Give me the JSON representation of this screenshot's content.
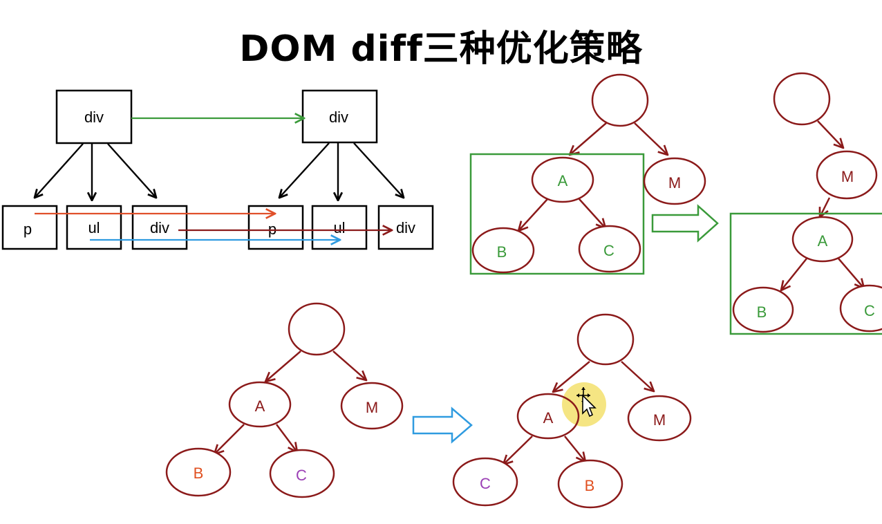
{
  "title": "DOM diff三种优化策略",
  "colors": {
    "dark_red": "#8b1a1a",
    "green_box": "#3a9a3a",
    "green_text": "#3a9a3a",
    "red_arrow": "#e0502a",
    "blue_arrow": "#2f9be0",
    "purple_text": "#9b3fb5",
    "orange_text": "#e05020",
    "cursor_highlight": "#f2dc5a"
  },
  "level_compare": {
    "old": {
      "root": "div",
      "children": [
        "p",
        "ul",
        "div"
      ]
    },
    "new": {
      "root": "div",
      "children": [
        "p",
        "ul",
        "div"
      ]
    }
  },
  "component_move": {
    "before": {
      "nodes": {
        "a": "A",
        "b": "B",
        "c": "C",
        "m": "M"
      }
    },
    "after": {
      "nodes": {
        "m": "M",
        "a": "A",
        "b": "B",
        "c": "C"
      }
    }
  },
  "key_reorder": {
    "before": {
      "nodes": {
        "a": "A",
        "m": "M",
        "b": "B",
        "c": "C"
      }
    },
    "after": {
      "nodes": {
        "a": "A",
        "m": "M",
        "c": "C",
        "b": "B"
      }
    }
  },
  "icons": {
    "hollow_arrow_green": "hollow-right-arrow",
    "hollow_arrow_blue": "hollow-right-arrow",
    "cursor": "move-cursor-icon"
  }
}
